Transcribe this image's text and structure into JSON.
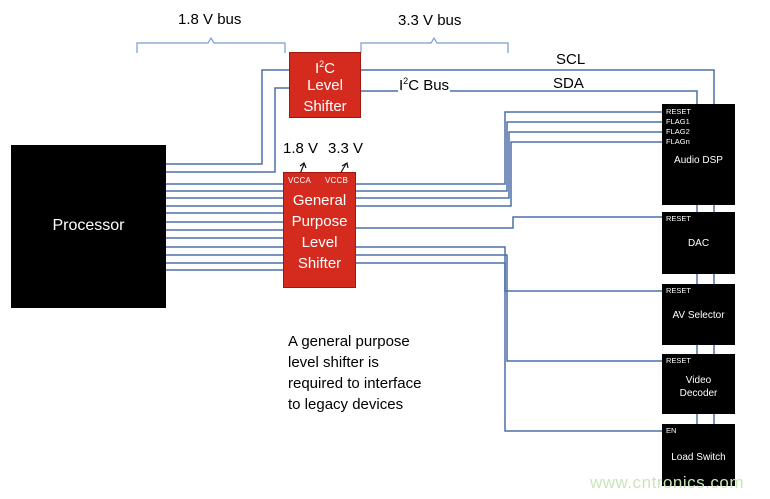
{
  "buses": {
    "bus_1v8": "1.8 V bus",
    "bus_3v3": "3.3 V bus"
  },
  "i2c_shifter": {
    "line1": "C",
    "prefix": "I",
    "sup": "2",
    "line2": "Level",
    "line3": "Shifter"
  },
  "i2c_lines": {
    "scl": "SCL",
    "sda": "SDA",
    "bus_prefix": "I",
    "bus_sup": "2",
    "bus_rest": "C Bus"
  },
  "gp_shifter": {
    "vcca_voltage": "1.8 V",
    "vccb_voltage": "3.3 V",
    "vcca_pin": "VCCA",
    "vccb_pin": "VCCB",
    "line1": "General",
    "line2": "Purpose",
    "line3": "Level",
    "line4": "Shifter"
  },
  "processor": {
    "label": "Processor"
  },
  "devices": {
    "audio_dsp": {
      "pins": [
        "RESET",
        "FLAG1",
        "FLAG2",
        "FLAGn"
      ],
      "name": "Audio DSP"
    },
    "dac": {
      "pin": "RESET",
      "name": "DAC"
    },
    "av_selector": {
      "pin": "RESET",
      "name": "AV Selector"
    },
    "video_decoder": {
      "pin": "RESET",
      "name_line1": "Video",
      "name_line2": "Decoder"
    },
    "load_switch": {
      "pin": "EN",
      "name": "Load Switch"
    }
  },
  "note": {
    "line1": "A general purpose",
    "line2": "level shifter is",
    "line3": "required to interface",
    "line4": "to legacy devices"
  },
  "watermark": "www.cntronics.com",
  "colors": {
    "shifter_red": "#d52b1e",
    "device_black": "#000000",
    "wire_blue": "#4f6fa8",
    "brace_blue": "#7a9ad0"
  }
}
